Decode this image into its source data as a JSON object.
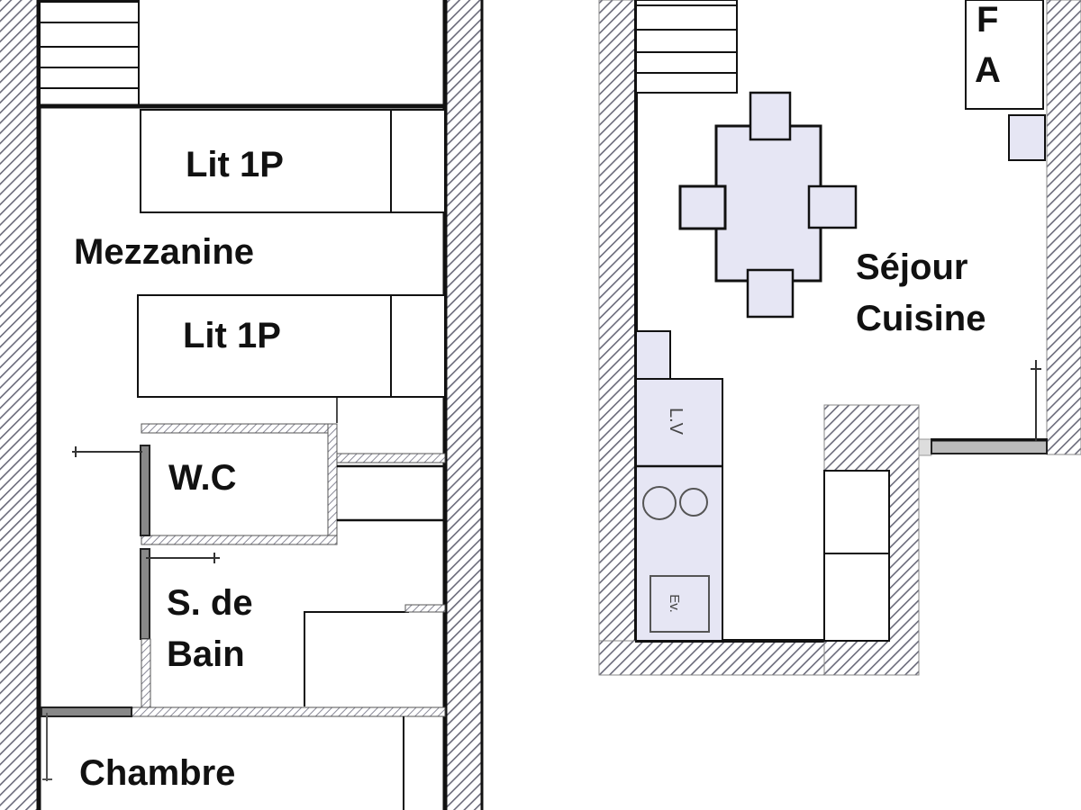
{
  "colors": {
    "wall_hatch": "#6a6a7a",
    "line": "#111111",
    "furniture_fill": "#e6e6f4",
    "background": "#ffffff"
  },
  "left_plan": {
    "rooms": {
      "mezzanine": "Mezzanine",
      "wc": "W.C",
      "bathroom_line1": "S. de",
      "bathroom_line2": "Bain",
      "bedroom": "Chambre"
    },
    "beds": [
      {
        "label": "Lit 1P"
      },
      {
        "label": "Lit 1P"
      }
    ]
  },
  "right_plan": {
    "rooms": {
      "living_line1": "Séjour",
      "living_line2": "Cuisine"
    },
    "cabinet_letters": [
      "F",
      "A"
    ],
    "kitchen": {
      "dishwasher": "L.V",
      "sink": "Ev."
    }
  }
}
